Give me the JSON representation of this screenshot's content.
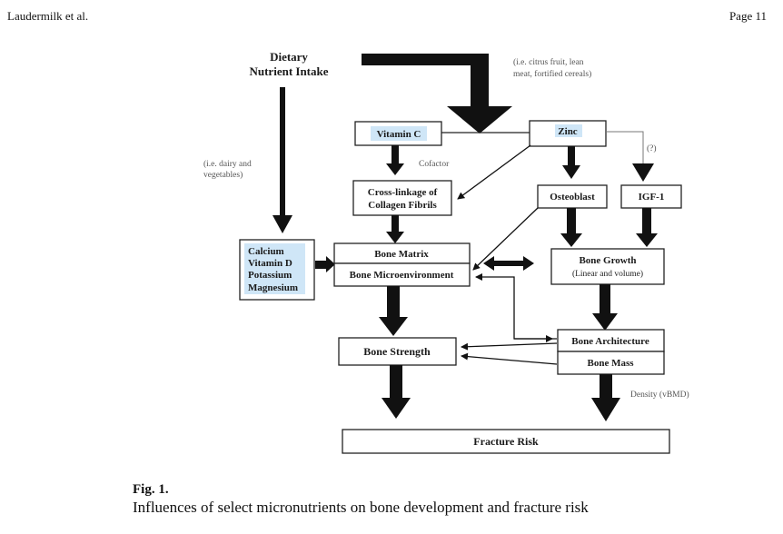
{
  "header": {
    "author": "Laudermilk et al.",
    "page": "Page 11"
  },
  "diagram": {
    "title_line1": "Dietary",
    "title_line2": "Nutrient Intake",
    "notes": {
      "citrus_line1": "(i.e. citrus fruit, lean",
      "citrus_line2": "meat, fortified cereals)",
      "dairy_line1": "(i.e. dairy and",
      "dairy_line2": "vegetables)",
      "cofactor": "Cofactor",
      "question": "(?)",
      "density": "Density (vBMD)"
    },
    "nodes": {
      "vitamin_c": "Vitamin C",
      "zinc": "Zinc",
      "crosslink_line1": "Cross-linkage of",
      "crosslink_line2": "Collagen Fibrils",
      "osteoblast": "Osteoblast",
      "igf1": "IGF-1",
      "minerals": [
        "Calcium",
        "Vitamin D",
        "Potassium",
        "Magnesium"
      ],
      "bone_matrix": "Bone Matrix",
      "bone_microenv": "Bone Microenvironment",
      "bone_growth": "Bone Growth",
      "bone_growth_sub": "(Linear and volume)",
      "bone_strength": "Bone Strength",
      "bone_architecture": "Bone Architecture",
      "bone_mass": "Bone Mass",
      "fracture_risk": "Fracture Risk"
    },
    "highlight_color": "#cfe6f7"
  },
  "caption": {
    "label": "Fig. 1.",
    "text": "Influences of select micronutrients on bone development and fracture risk"
  }
}
